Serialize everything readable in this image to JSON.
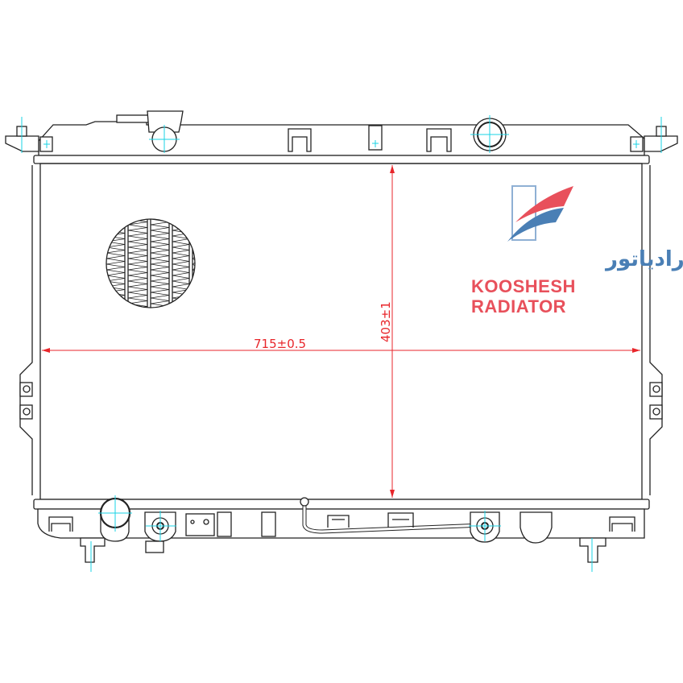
{
  "drawing": {
    "width_dimension": "715±0.5",
    "height_dimension": "403±1"
  },
  "logo": {
    "persian_name": "کوشش رادیاتور",
    "line1": "KOOSHESH",
    "line2": "RADIATOR"
  },
  "colors": {
    "outline": "#222222",
    "centerline": "#19d3e6",
    "dimension": "#e8262b",
    "logo_red": "#e8505b",
    "logo_blue": "#4a7fb5"
  }
}
